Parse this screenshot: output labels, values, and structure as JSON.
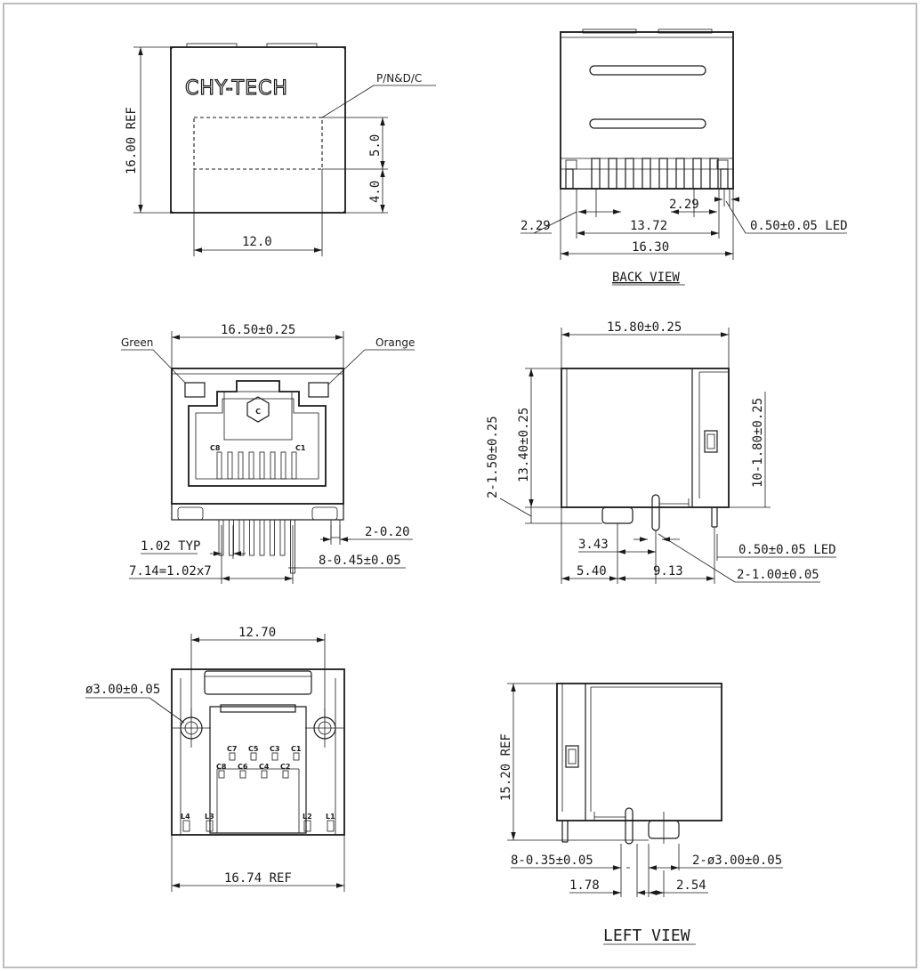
{
  "drawing": {
    "logo_text": "CHY-TECH",
    "labels": {
      "pn_dc": "P/N&D/C",
      "green": "Green",
      "orange": "Orange",
      "back_view": "BACK VIEW",
      "left_view": "LEFT VIEW"
    },
    "dims": {
      "top_height_ref": "16.00 REF",
      "top_label_h": "5.0",
      "top_label_off": "4.0",
      "top_width": "12.0",
      "back_229a": "2.29",
      "back_229b": "2.29",
      "back_1372": "13.72",
      "back_1630": "16.30",
      "back_led": "0.50±0.05 LED",
      "front_width": "16.50±0.25",
      "front_typ": "1.02 TYP",
      "front_pitch": "7.14=1.02x7",
      "front_020": "2-0.20",
      "front_pins": "8-0.45±0.05",
      "side_width": "15.80±0.25",
      "side_height": "13.40±0.25",
      "side_150": "2-1.50±0.25",
      "side_180": "10-1.80±0.25",
      "side_343": "3.43",
      "side_540": "5.40",
      "side_913": "9.13",
      "side_led": "0.50±0.05 LED",
      "side_100": "2-1.00±0.05",
      "bottom_1270": "12.70",
      "bottom_hole": "ø3.00±0.05",
      "bottom_ref": "16.74 REF",
      "left_height_ref": "15.20 REF",
      "left_pins": "8-0.35±0.05",
      "left_holes": "2-ø3.00±0.05",
      "left_178": "1.78",
      "left_254": "2.54"
    },
    "contacts": {
      "c1": "C1",
      "c2": "C2",
      "c3": "C3",
      "c4": "C4",
      "c5": "C5",
      "c6": "C6",
      "c7": "C7",
      "c8": "C8",
      "l1": "L1",
      "l2": "L2",
      "l3": "L3",
      "l4": "L4"
    }
  }
}
